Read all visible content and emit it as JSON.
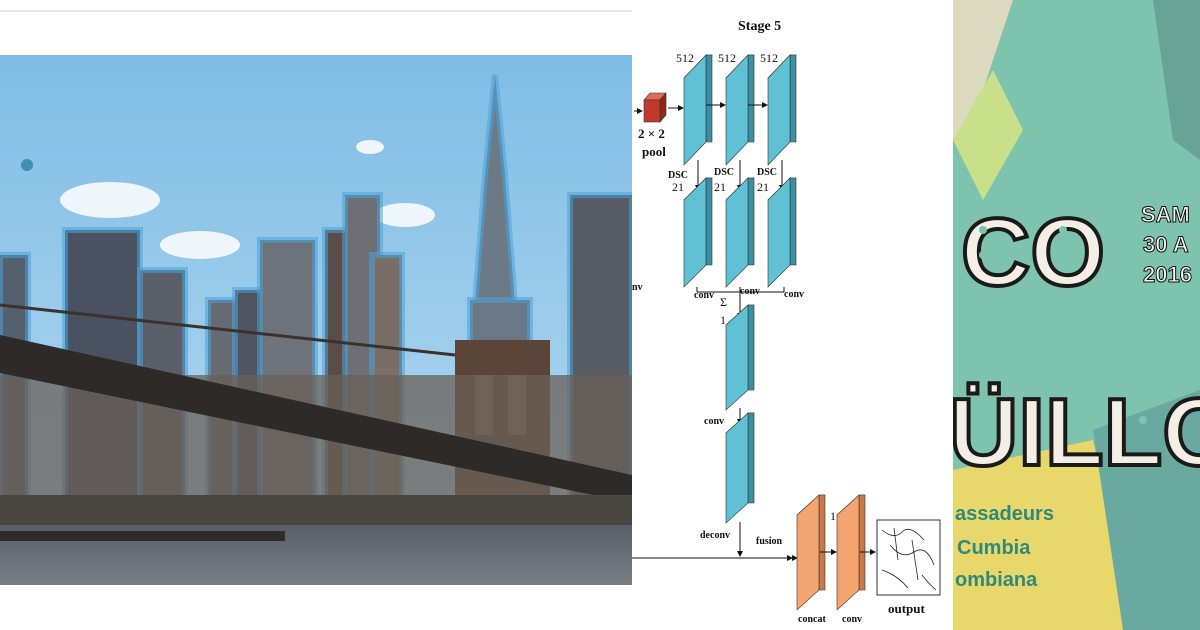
{
  "diagram": {
    "stage_title": "Stage 5",
    "channels": [
      "512",
      "512",
      "512"
    ],
    "pool_label_1": "2 × 2",
    "pool_label_2": "pool",
    "dsc_labels": [
      "DSC",
      "DSC",
      "DSC"
    ],
    "dsc_numbers": [
      "21",
      "21",
      "21"
    ],
    "conv_labels": [
      "conv",
      "conv",
      "conv"
    ],
    "side_label": "nv",
    "sum_symbol": "Σ",
    "one_label_a": "1",
    "conv_mid": "conv",
    "deconv": "deconv",
    "fusion": "fusion",
    "one_label_b": "1",
    "concat": "concat",
    "conv_out": "conv",
    "output": "output"
  },
  "poster": {
    "line_sam": "SAM",
    "line_date": "30 A",
    "line_year": "2016",
    "big_top": "CO",
    "big_bottom": "ÜILLO",
    "line_a": "assadeurs",
    "line_b": "Cumbia",
    "line_c": "ombiana"
  },
  "colors": {
    "block_blue": "#5fc1d3",
    "block_blue_dark": "#3a8fa3",
    "block_orange": "#f4a46e",
    "pool_red": "#c0392b",
    "poster_bg": "#7ec3ad",
    "sky": "#8ec5e8"
  }
}
